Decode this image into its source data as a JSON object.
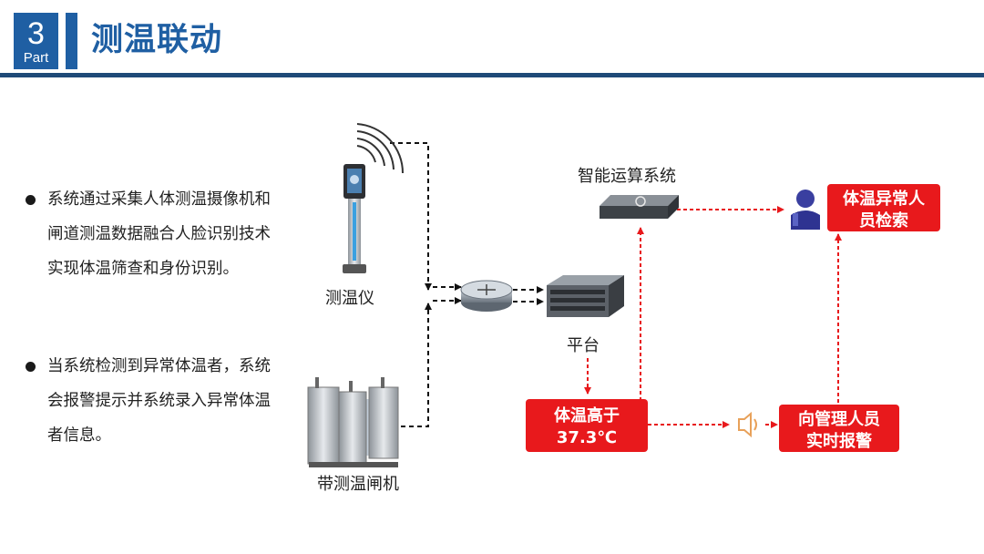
{
  "header": {
    "part_number": "3",
    "part_label": "Part",
    "title": "测温联动"
  },
  "bullets": [
    "系统通过采集人体测温摄像机和闸道测温数据融合人脸识别技术实现体温筛查和身份识别。",
    "当系统检测到异常体温者，系统会报警提示并系统录入异常体温者信息。"
  ],
  "diagram": {
    "nodes": {
      "thermometer": "测温仪",
      "gate": "带测温闸机",
      "platform": "平台",
      "computing": "智能运算系统"
    },
    "alerts": {
      "temp_line1": "体温高于",
      "temp_line2": "37.3℃",
      "notify_line1": "向管理人员",
      "notify_line2": "实时报警",
      "search_line1": "体温异常人",
      "search_line2": "员检索"
    }
  },
  "colors": {
    "brand_blue": "#1f5fa3",
    "alert_red": "#e8191c"
  }
}
